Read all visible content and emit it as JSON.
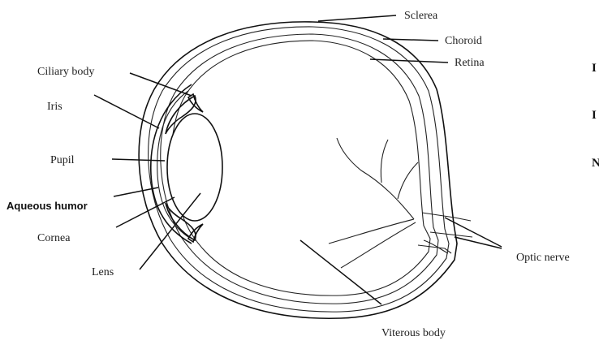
{
  "diagram": {
    "labels": {
      "sclerea": "Sclerea",
      "choroid": "Choroid",
      "retina": "Retina",
      "ciliary_body": "Ciliary body",
      "iris": "Iris",
      "pupil": "Pupil",
      "aqueous_humor": "Aqueous humor",
      "cornea": "Cornea",
      "lens": "Lens",
      "optic_nerve": "Optic nerve",
      "viterous_body": "Viterous body"
    },
    "cropped_text": [
      "I",
      "I",
      "N"
    ]
  }
}
